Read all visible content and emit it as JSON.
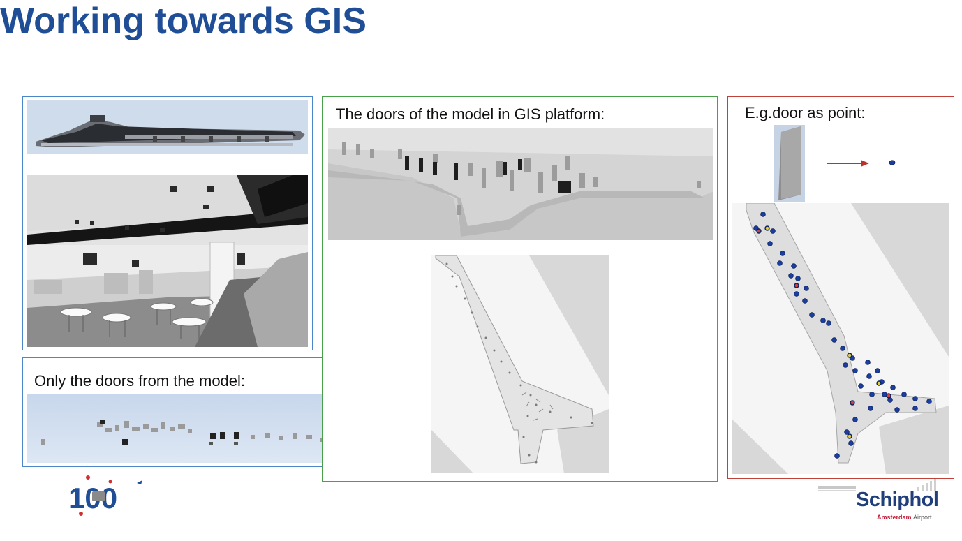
{
  "slide": {
    "title": "Working towards GIS"
  },
  "left_panel": {
    "doors_caption": "Only the doors from the model:"
  },
  "gis_panel": {
    "caption": "The doors of the model in GIS platform:"
  },
  "point_panel": {
    "caption": "E.g.door as point:"
  },
  "logos": {
    "centenary": "100",
    "brand_name": "Schiphol",
    "brand_sub_1": "Amsterdam",
    "brand_sub_2": "Airport"
  },
  "colors": {
    "title": "#1f4e96",
    "frame_blue": "#4a86c8",
    "frame_green": "#4aa04a",
    "frame_red": "#c0403a",
    "arrow": "#c0302a",
    "point_blue": "#1a3fa0"
  }
}
